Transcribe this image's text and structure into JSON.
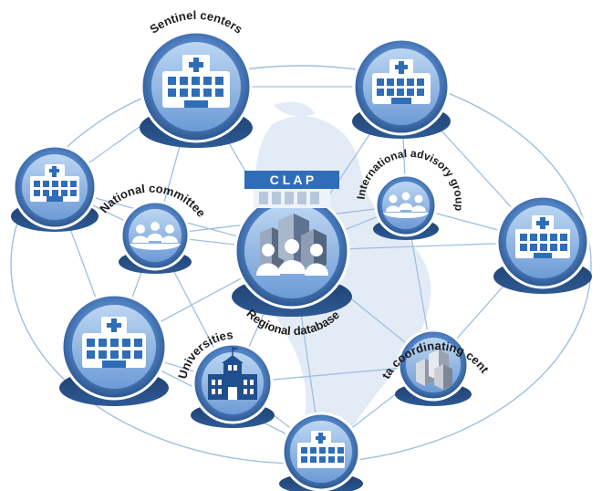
{
  "labels": {
    "sentinel_centers": "Sentinel centers",
    "national_committee": "National committee",
    "international_advisory_group": "International advisory group",
    "regional_database": "Regional database",
    "universities": "Universities",
    "data_coordinating_center": "Data coordinating center",
    "clap": "C L A P"
  },
  "colors": {
    "ring_dark": "#2f5a93",
    "ring_mid": "#5c8ccc",
    "ring_light": "#9dc0ea",
    "connector": "#9fbfe2",
    "map": "#dfe8f4",
    "clap_banner": "#2f6db8"
  },
  "icons": {
    "hospital": "hospital-icon",
    "committee": "people-at-table-icon",
    "advisory": "people-at-table-icon",
    "universities": "university-building-icon",
    "data_center": "server-rack-icon",
    "clap": "server-and-people-icon"
  }
}
